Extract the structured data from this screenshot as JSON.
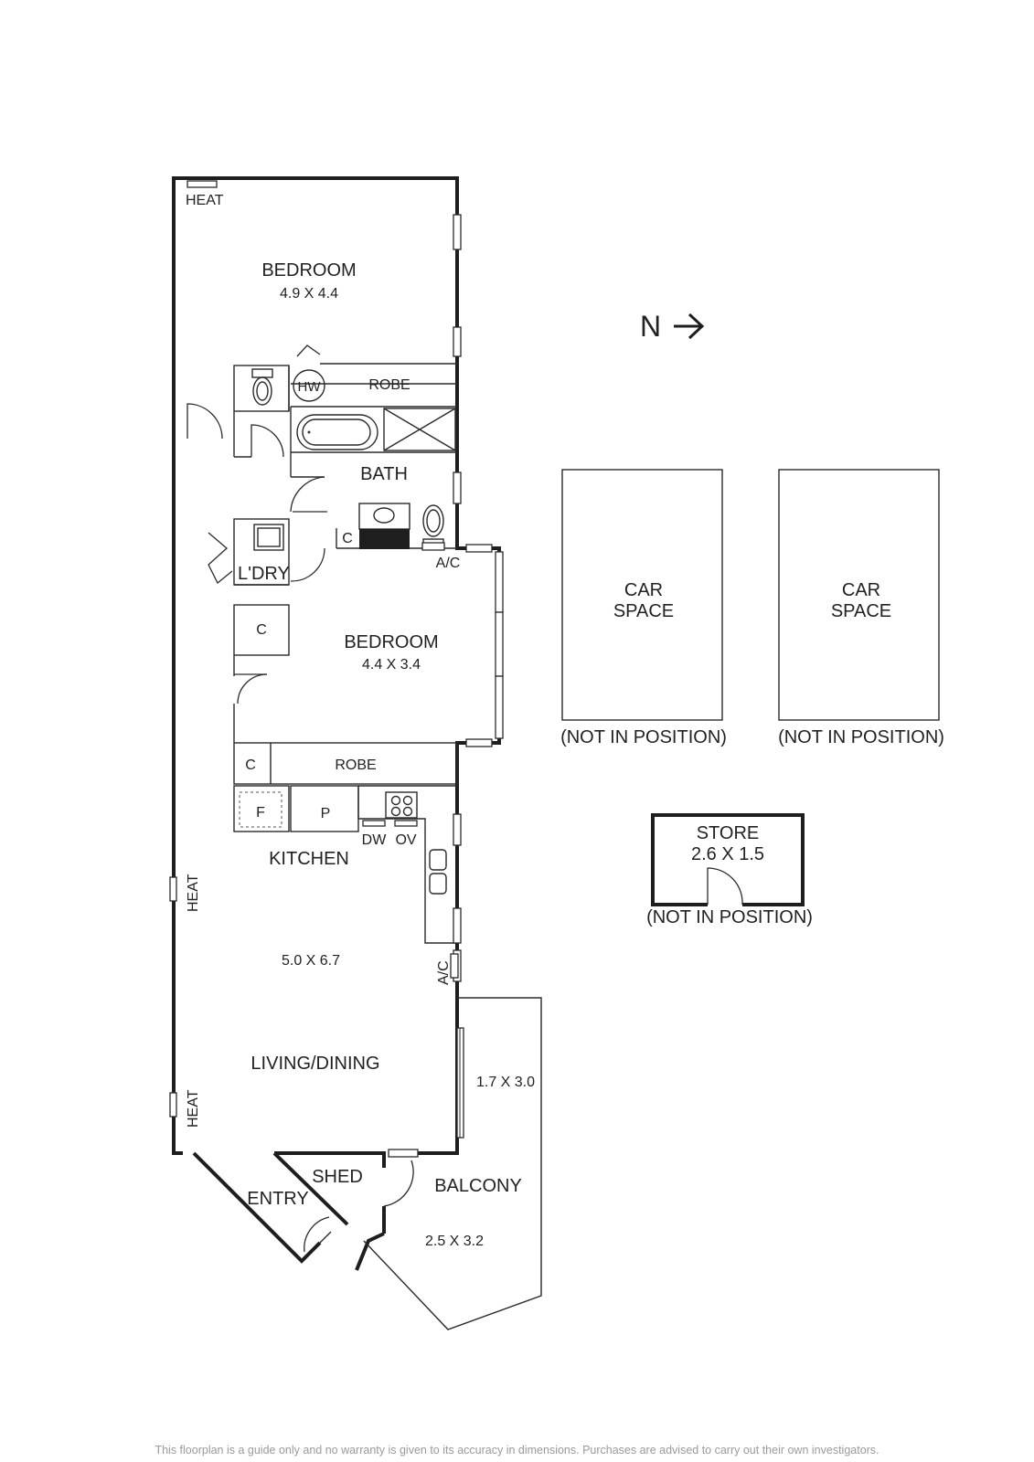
{
  "north": "N",
  "rooms": {
    "bedroom1": {
      "name": "BEDROOM",
      "dims": "4.9 X 4.4"
    },
    "bedroom2": {
      "name": "BEDROOM",
      "dims": "4.4 X 3.4"
    },
    "bath": {
      "name": "BATH"
    },
    "laundry": {
      "name": "L'DRY"
    },
    "kitchen": {
      "name": "KITCHEN"
    },
    "living": {
      "name": "LIVING/DINING",
      "dims": "5.0 X 6.7"
    },
    "entry": {
      "name": "ENTRY"
    },
    "shed": {
      "name": "SHED"
    },
    "balcony": {
      "name": "BALCONY",
      "dims": "2.5 X 3.2",
      "dims2": "1.7 X 3.0"
    },
    "car1": {
      "name1": "CAR",
      "name2": "SPACE",
      "note": "(NOT IN POSITION)"
    },
    "car2": {
      "name1": "CAR",
      "name2": "SPACE",
      "note": "(NOT IN POSITION)"
    },
    "store": {
      "name": "STORE",
      "dims": "2.6 X 1.5",
      "note": "(NOT IN POSITION)"
    }
  },
  "fixtures": {
    "heat": "HEAT",
    "hw": "HW",
    "robe": "ROBE",
    "cupboard": "C",
    "ac": "A/C",
    "fridge": "F",
    "pantry": "P",
    "dishwasher": "DW",
    "oven": "OV"
  },
  "disclaimer": "This floorplan is a guide only and no warranty is given to its accuracy in dimensions. Purchases are advised to carry out their own investigators."
}
